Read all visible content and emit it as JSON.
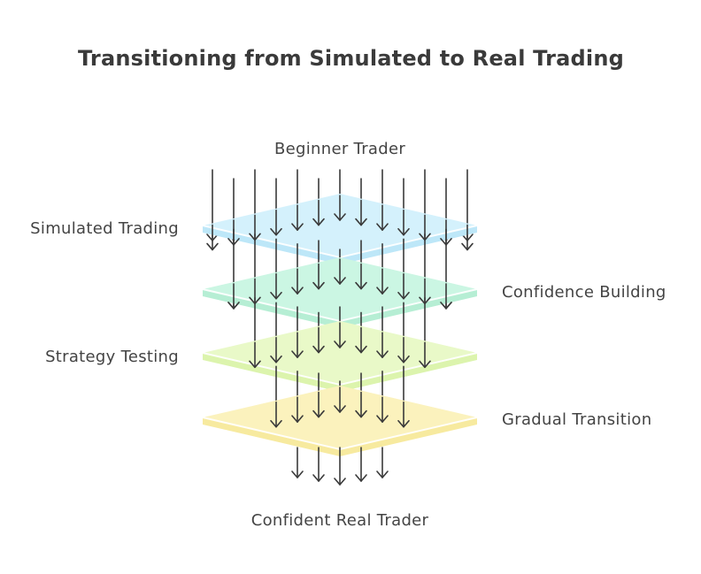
{
  "title": "Transitioning from Simulated to Real Trading",
  "top_label": "Beginner Trader",
  "bottom_label": "Confident Real Trader",
  "layers": [
    {
      "label": "Simulated Trading",
      "side": "left",
      "color_top": "#d4f1fc",
      "color_side": "#bde7f8"
    },
    {
      "label": "Confidence Building",
      "side": "right",
      "color_top": "#cbf6e3",
      "color_side": "#b6eed4"
    },
    {
      "label": "Strategy Testing",
      "side": "left",
      "color_top": "#e9f9c8",
      "color_side": "#dcf4ad"
    },
    {
      "label": "Gradual Transition",
      "side": "right",
      "color_top": "#fbf2bd",
      "color_side": "#f7ea9f"
    }
  ],
  "arrow_color": "#3a3a3a"
}
